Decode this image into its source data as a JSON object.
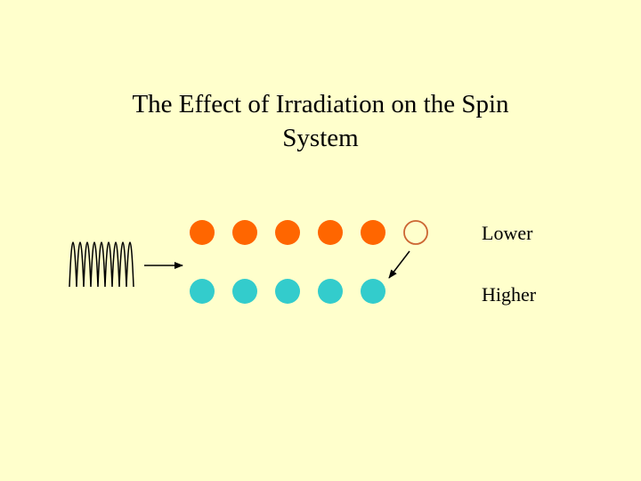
{
  "title": {
    "line1": "The Effect of Irradiation on the Spin",
    "line2": "System"
  },
  "levels": {
    "lower_label": "Lower",
    "higher_label": "Higher"
  },
  "spins": {
    "lower_filled_count": 5,
    "lower_empty_count": 1,
    "higher_filled_count": 5
  },
  "colors": {
    "background": "#FFFFCC",
    "lower_spin": "#FF6600",
    "higher_spin": "#33CCCC",
    "empty_spin_outline": "#CC6633",
    "ink": "#000000"
  },
  "icons": {
    "radiation": "sine-wave-icon",
    "incident_arrow": "arrow-right-icon",
    "transition_arrow": "arrow-down-left-icon"
  }
}
